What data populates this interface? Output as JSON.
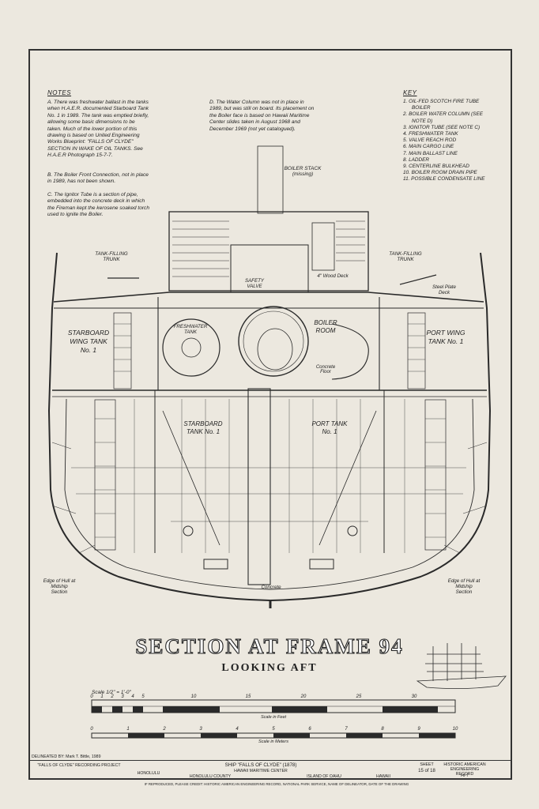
{
  "notes": {
    "heading": "NOTES",
    "items": [
      "A. There was freshwater ballast in the tanks when H.A.E.R. documented Starboard Tank No. 1 in 1989. The tank was emptied briefly, allowing some basic dimensions to be taken. Much of the lower portion of this drawing is based on United Engineering Works Blueprint: \"FALLS OF CLYDE\" SECTION IN WAKE OF OIL TANKS. See H.A.E.R Photograph 15-7-7.",
      "B. The Boiler Front Connection, not in place in 1989, has not been shown.",
      "C. The Ignitor Tube is a section of pipe, embedded into the concrete deck in which the Fireman kept the kerosene soaked torch used to ignite the Boiler.",
      "D. The Water Column was not in place in 1989, but was still on board. Its placement on the Boiler face is based on Hawaii Maritime Center slides taken in August 1968 and December 1969 (not yet catalogued)."
    ]
  },
  "key": {
    "heading": "KEY",
    "items": [
      "1. OIL-FED SCOTCH FIRE TUBE BOILER",
      "2. BOILER WATER COLUMN (SEE NOTE D)",
      "3. IGNITOR TUBE (SEE NOTE C)",
      "4. FRESHWATER TANK",
      "5. VALVE REACH ROD",
      "6. MAIN CARGO LINE",
      "7. MAIN BALLAST LINE",
      "8. LADDER",
      "9. CENTERLINE BULKHEAD",
      "10. BOILER ROOM DRAIN PIPE",
      "11. POSSIBLE CONDENSATE LINE"
    ]
  },
  "labels": {
    "boiler_stack": "BOILER STACK (missing)",
    "tank_filling_trunk": "TANK-FILLING TRUNK",
    "safety_valve": "SAFETY VALVE",
    "wood_deck": "4\" Wood Deck",
    "steel_plate_deck": "Steel Plate Deck",
    "starboard_wing_tank": "STARBOARD WING TANK No. 1",
    "freshwater_tank": "FRESHWATER TANK",
    "boiler_room": "BOILER ROOM",
    "port_wing_tank": "PORT WING TANK No. 1",
    "concrete_floor": "Concrete Floor",
    "starboard_tank": "STARBOARD TANK No. 1",
    "port_tank": "PORT TANK No. 1",
    "concrete": "Concrete",
    "edge_of_hull": "Edge of Hull at Midship Section"
  },
  "title": {
    "main": "SECTION AT FRAME 94",
    "sub": "LOOKING AFT"
  },
  "scale": {
    "label": "Scale 1/2\" = 1'-0\"",
    "feet_caption": "Scale in Feet",
    "meters_caption": "Scale in Meters",
    "feet_ticks": [
      "0",
      "1",
      "2",
      "3",
      "4",
      "5",
      "10",
      "15",
      "20",
      "25",
      "30"
    ],
    "meter_ticks": [
      "0",
      "1",
      "2",
      "3",
      "4",
      "5",
      "6",
      "7",
      "8",
      "9",
      "10"
    ]
  },
  "title_block": {
    "delineated": "DELINEATED BY: Mark T. Bittle, 1989",
    "project": "\"FALLS OF CLYDE\" RECORDING PROJECT",
    "location": "HONOLULU",
    "ship": "SHIP \"FALLS OF CLYDE\" (1878)",
    "center": "HAWAII MARITIME CENTER",
    "county": "HONOLULU COUNTY",
    "island": "ISLAND OF OAHU",
    "state": "HAWAII",
    "sheet_label": "SHEET",
    "sheet": "15 of 18",
    "record": "HISTORIC AMERICAN ENGINEERING RECORD",
    "record_no": "HI-7",
    "credit": "IF REPRODUCED, PLEASE CREDIT: HISTORIC AMERICAN ENGINEERING RECORD, NATIONAL PARK SERVICE, NAME OF DELINEATOR, DATE OF THE DRAWING"
  }
}
